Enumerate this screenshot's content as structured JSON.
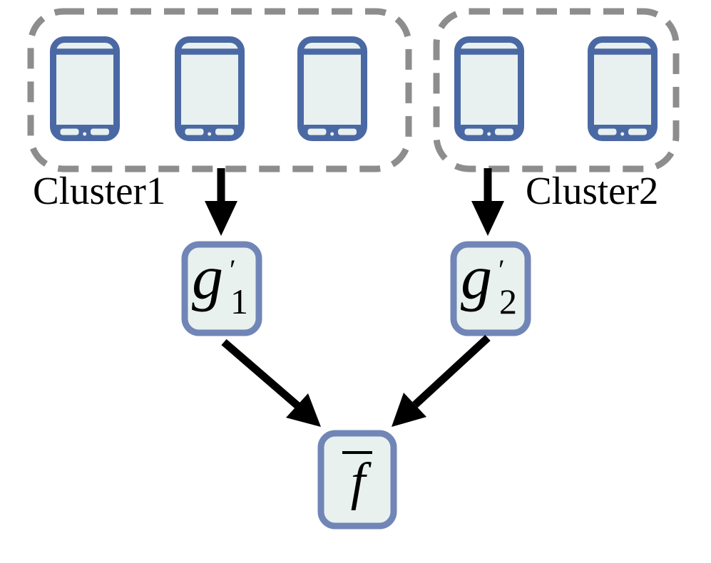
{
  "diagram": {
    "title": "clustered-devices-aggregation-diagram",
    "clusters": [
      {
        "label": "Cluster1",
        "device_count": 3,
        "device_icon": "smartphone-icon"
      },
      {
        "label": "Cluster2",
        "device_count": 2,
        "device_icon": "smartphone-icon"
      }
    ],
    "nodes": {
      "g1": {
        "base": "g",
        "prime": "′",
        "sub": "1"
      },
      "g2": {
        "base": "g",
        "prime": "′",
        "sub": "2"
      },
      "f": {
        "base": "f",
        "overline": true
      }
    },
    "edges": [
      {
        "from": "cluster1",
        "to": "g1"
      },
      {
        "from": "cluster2",
        "to": "g2"
      },
      {
        "from": "g1",
        "to": "f"
      },
      {
        "from": "g2",
        "to": "f"
      }
    ],
    "colors": {
      "device_border": "#4a69a4",
      "device_fill": "#e8f1ef",
      "node_border": "#7185b7",
      "node_fill": "#e9f1ef",
      "cluster_dash": "#8d8d8d",
      "arrow": "#000000",
      "text": "#000000"
    }
  }
}
